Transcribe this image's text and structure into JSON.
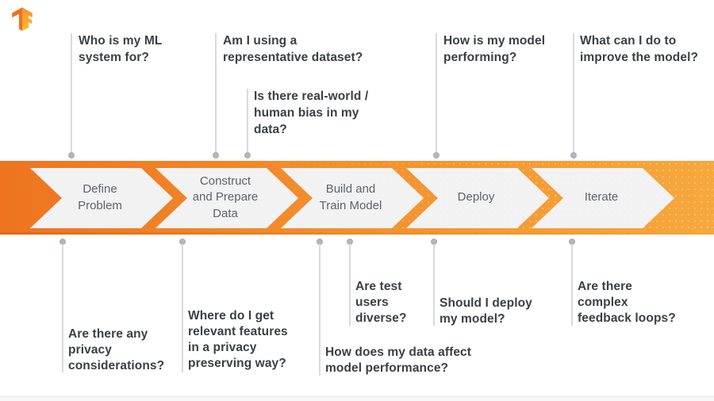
{
  "diagram": {
    "brand": "TensorFlow",
    "stages": [
      {
        "label": "Define\nProblem"
      },
      {
        "label": "Construct\nand Prepare\nData"
      },
      {
        "label": "Build and\nTrain Model"
      },
      {
        "label": "Deploy"
      },
      {
        "label": "Iterate"
      }
    ],
    "questions_top": [
      {
        "text": "Who is my ML\nsystem for?"
      },
      {
        "text": "Am I using a\nrepresentative dataset?"
      },
      {
        "text": "Is there real-world /\nhuman bias in my\ndata?"
      },
      {
        "text": "How is my model\nperforming?"
      },
      {
        "text": "What can I do to\nimprove the model?"
      }
    ],
    "questions_bottom": [
      {
        "text": "Are there any\nprivacy\nconsiderations?"
      },
      {
        "text": "Where do I get\nrelevant features\nin a privacy\npreserving way?"
      },
      {
        "text": "How does my data affect\nmodel performance?"
      },
      {
        "text": "Are test\nusers\ndiverse?"
      },
      {
        "text": "Should I deploy\nmy model?"
      },
      {
        "text": "Are there\ncomplex\nfeedback loops?"
      }
    ],
    "colors": {
      "band_left": "#ee7420",
      "band_mid": "#f2912e",
      "band_right": "#f7a83d",
      "chevron_fill": "#f2f2f3",
      "stage_text": "#5f6368",
      "question_text": "#3c4043",
      "connector": "#d8dadc",
      "logo_dark": "#ef7120",
      "logo_light": "#f9a436"
    }
  }
}
